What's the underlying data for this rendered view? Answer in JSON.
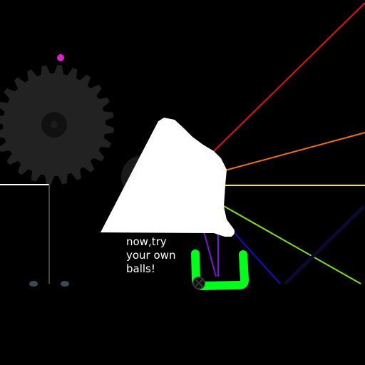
{
  "hint": {
    "lines": [
      "now,try",
      "your own",
      "balls!"
    ]
  },
  "colors": {
    "background": "#000000",
    "gear": "#222222",
    "gear_hub": "#111111",
    "prism": "#ffffff",
    "marker": "#e21fd0",
    "cup": "#00ff1a",
    "beam_red": "#e01313",
    "beam_orange": "#ee6f12",
    "beam_yellow": "#f0f000",
    "beam_green": "#7fe015",
    "beam_blue": "#0f0fd2",
    "beam_violet": "#7b15d8",
    "beam_indigo": "#0a0a30"
  },
  "icons": {
    "gear": "gear-icon",
    "marker": "pink-dot-icon",
    "cup_anchor": "circle-cross-icon"
  }
}
